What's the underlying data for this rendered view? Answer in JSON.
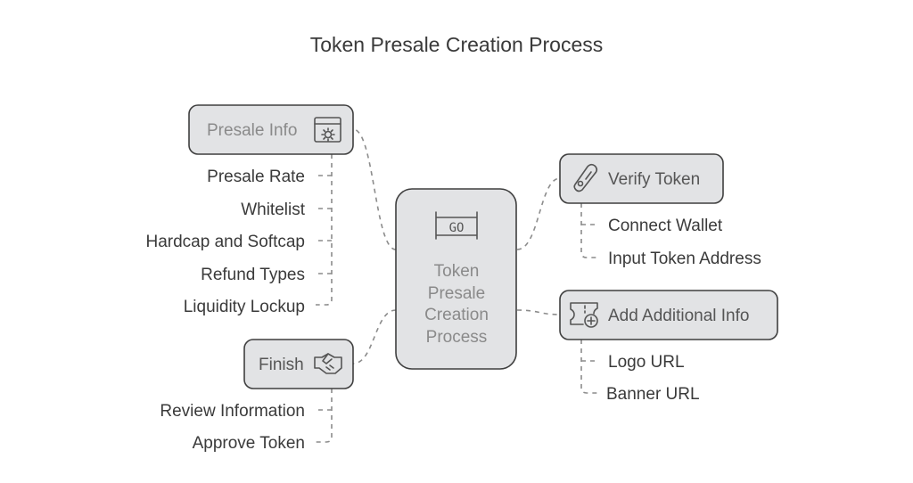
{
  "title": "Token Presale Creation Process",
  "center": {
    "lines": [
      "Token",
      "Presale",
      "Creation",
      "Process"
    ],
    "icon": "go-banner-icon",
    "icon_text": "GO"
  },
  "presale_info": {
    "label": "Presale Info",
    "icon": "settings-window-icon",
    "items": [
      "Presale Rate",
      "Whitelist",
      "Hardcap and Softcap",
      "Refund Types",
      "Liquidity Lockup"
    ]
  },
  "verify_token": {
    "label": "Verify Token",
    "icon": "key-tag-icon",
    "items": [
      "Connect Wallet",
      "Input Token Address"
    ]
  },
  "additional_info": {
    "label": "Add Additional Info",
    "icon": "ticket-add-icon",
    "items": [
      "Logo URL",
      "Banner URL"
    ]
  },
  "finish": {
    "label": "Finish",
    "icon": "handshake-icon",
    "items": [
      "Review Information",
      "Approve Token"
    ]
  },
  "colors": {
    "node_fill": "#e2e3e5",
    "node_stroke": "#3f3f3f",
    "connector": "#8c8c8c",
    "text": "#3a3a3a"
  }
}
